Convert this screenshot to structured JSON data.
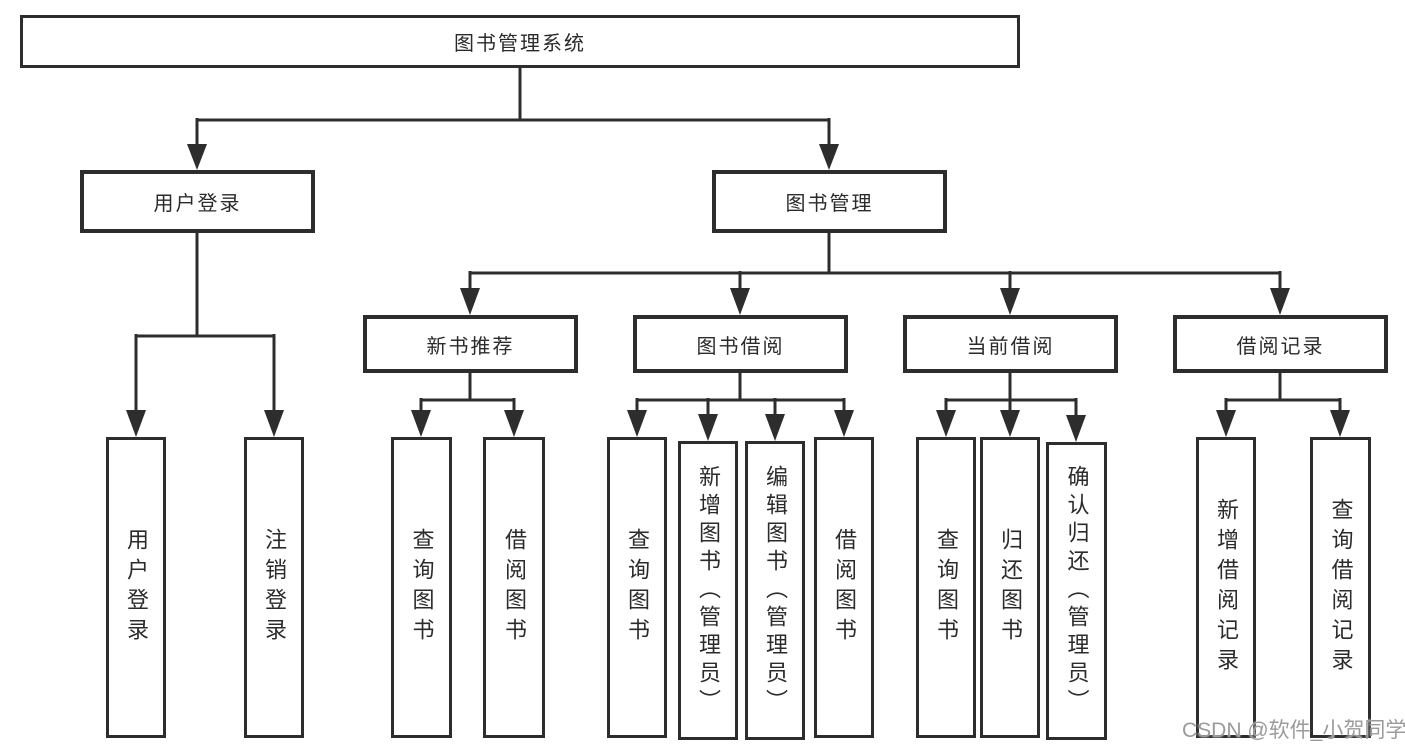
{
  "diagram": {
    "title": "图书管理系统",
    "branches": [
      {
        "label": "用户登录",
        "children": [
          {
            "label": "用户登录"
          },
          {
            "label": "注销登录"
          }
        ]
      },
      {
        "label": "图书管理",
        "children": [
          {
            "label": "新书推荐",
            "children": [
              {
                "label": "查询图书"
              },
              {
                "label": "借阅图书"
              }
            ]
          },
          {
            "label": "图书借阅",
            "children": [
              {
                "label": "查询图书"
              },
              {
                "label": "新增图书（管理员）"
              },
              {
                "label": "编辑图书（管理员）"
              },
              {
                "label": "借阅图书"
              }
            ]
          },
          {
            "label": "当前借阅",
            "children": [
              {
                "label": "查询图书"
              },
              {
                "label": "归还图书"
              },
              {
                "label": "确认归还（管理员）"
              }
            ]
          },
          {
            "label": "借阅记录",
            "children": [
              {
                "label": "新增借阅记录"
              },
              {
                "label": "查询借阅记录"
              }
            ]
          }
        ]
      }
    ]
  },
  "colors": {
    "line": "#2d2d2d",
    "box_border": "#2d2d2d",
    "text": "#2b2b2b",
    "watermark": "#9b9b9b",
    "background": "#ffffff"
  },
  "watermark": "CSDN @软件_小贺同学"
}
